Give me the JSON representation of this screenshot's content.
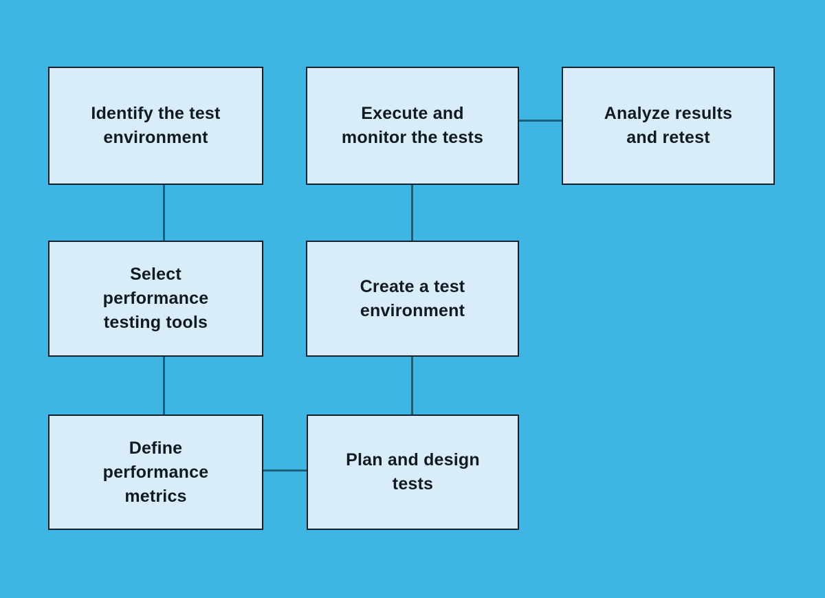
{
  "diagram": {
    "type": "flowchart",
    "colors": {
      "background_color": "#3fb5e4",
      "box_fill": "#d9edf8",
      "box_border": "#0e212d",
      "connector_color": "#1a607c",
      "text_color": "#111a22"
    },
    "boxes": [
      {
        "id": "identify-the-test-environment",
        "label": "Identify the test\nenvironment"
      },
      {
        "id": "execute-and-monitor-the-tests",
        "label": "Execute and\nmonitor the tests"
      },
      {
        "id": "analyze-results-and-retest",
        "label": "Analyze results\nand retest"
      },
      {
        "id": "select-performance-testing-tools",
        "label": "Select\nperformance\ntesting tools"
      },
      {
        "id": "create-a-test-environment",
        "label": "Create a test\nenvironment"
      },
      {
        "id": "define-performance-metrics",
        "label": "Define\nperformance\nmetrics"
      },
      {
        "id": "plan-and-design-tests",
        "label": "Plan and design\ntests"
      }
    ],
    "connections": [
      {
        "from": "identify-the-test-environment",
        "to": "select-performance-testing-tools",
        "orientation": "vertical"
      },
      {
        "from": "select-performance-testing-tools",
        "to": "define-performance-metrics",
        "orientation": "vertical"
      },
      {
        "from": "define-performance-metrics",
        "to": "plan-and-design-tests",
        "orientation": "horizontal"
      },
      {
        "from": "plan-and-design-tests",
        "to": "create-a-test-environment",
        "orientation": "vertical"
      },
      {
        "from": "create-a-test-environment",
        "to": "execute-and-monitor-the-tests",
        "orientation": "vertical"
      },
      {
        "from": "execute-and-monitor-the-tests",
        "to": "analyze-results-and-retest",
        "orientation": "horizontal"
      }
    ]
  }
}
